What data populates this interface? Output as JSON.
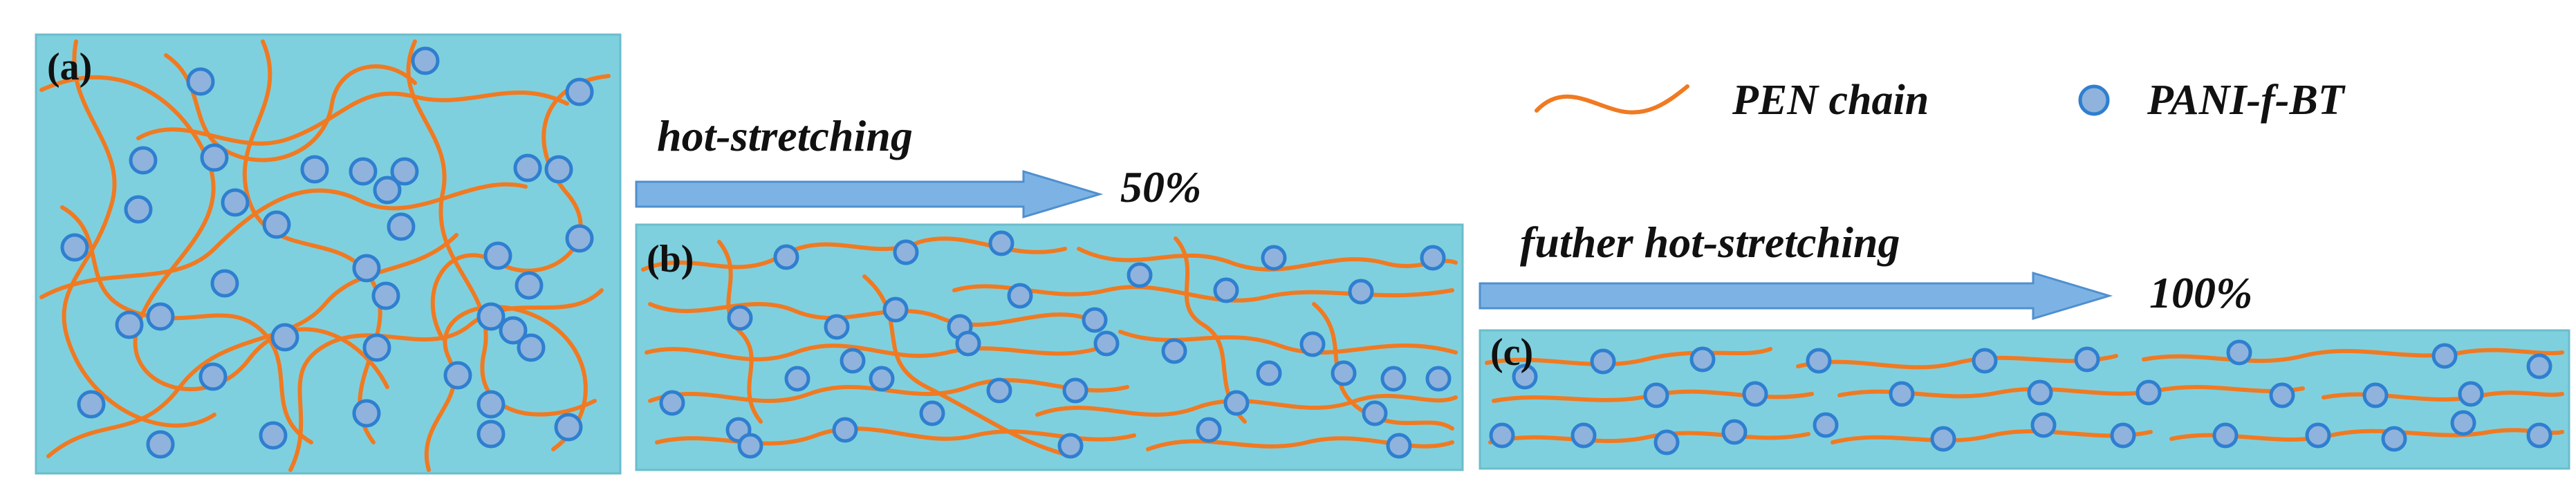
{
  "panels": [
    {
      "label": "(a)"
    },
    {
      "label": "(b)"
    },
    {
      "label": "(c)"
    }
  ],
  "steps": [
    {
      "process": "hot-stretching",
      "strain": "50%"
    },
    {
      "process": "futher hot-stretching",
      "strain": "100%"
    }
  ],
  "legend": {
    "chain_label": "PEN chain",
    "particle_label": "PANI-f-BT"
  },
  "colors": {
    "matrix": "#7fd0de",
    "chain": "#f07a22",
    "particle_fill": "#8fb3dc",
    "particle_stroke": "#2f7fd0",
    "arrow": "#7db3e4"
  }
}
